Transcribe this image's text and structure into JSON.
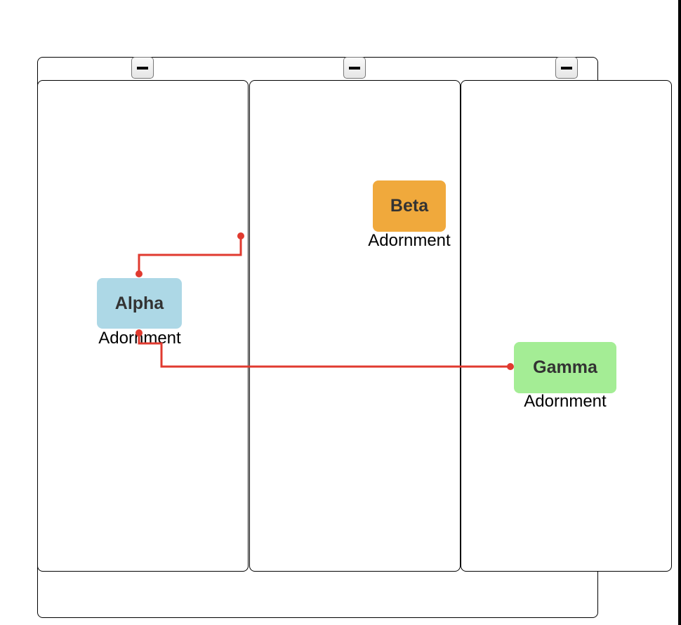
{
  "colors": {
    "alpha_fill": "#add8e6",
    "beta_fill": "#f0a93c",
    "gamma_fill": "#a4ed95",
    "link": "#e03a2f",
    "node_text": "#333333"
  },
  "lanes": [
    {
      "collapse_icon": "minus-icon"
    },
    {
      "collapse_icon": "minus-icon"
    },
    {
      "collapse_icon": "minus-icon"
    }
  ],
  "nodes": {
    "alpha": {
      "label": "Alpha",
      "adornment": "Adornment"
    },
    "beta": {
      "label": "Beta",
      "adornment": "Adornment"
    },
    "gamma": {
      "label": "Gamma",
      "adornment": "Adornment"
    }
  }
}
